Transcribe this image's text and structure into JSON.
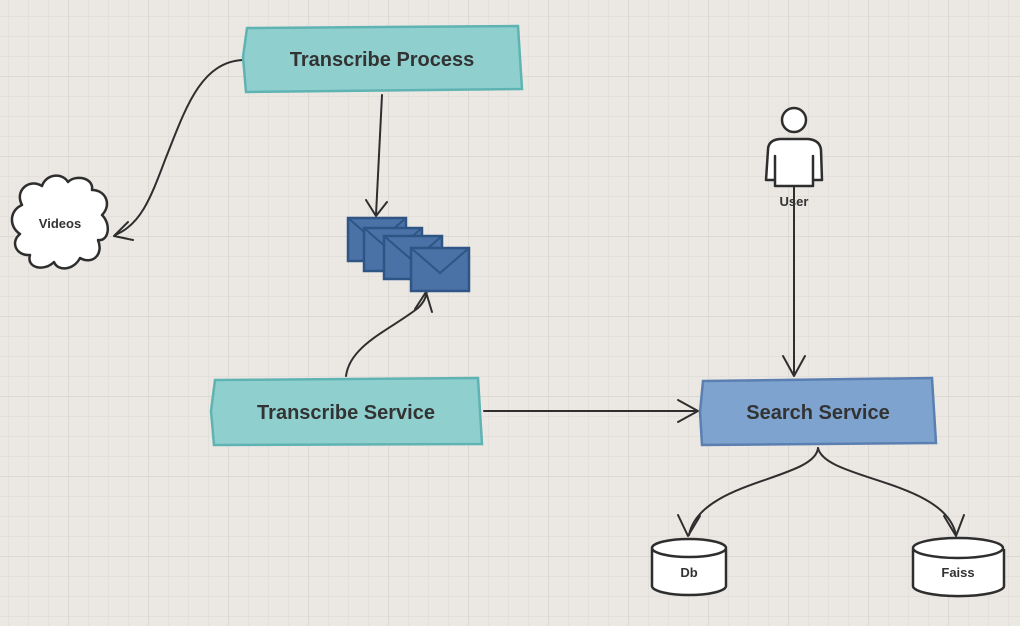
{
  "nodes": {
    "transcribe_process": "Transcribe Process",
    "transcribe_service": "Transcribe Service",
    "search_service": "Search Service",
    "videos": "Videos",
    "user": "User",
    "db": "Db",
    "faiss": "Faiss"
  },
  "colors": {
    "teal_fill": "#8fd0cf",
    "teal_stroke": "#5fb3b2",
    "blue_fill": "#7ea3cf",
    "blue_stroke": "#5b7fb0",
    "envelope_fill": "#4a72a6",
    "envelope_stroke": "#2f5585"
  }
}
